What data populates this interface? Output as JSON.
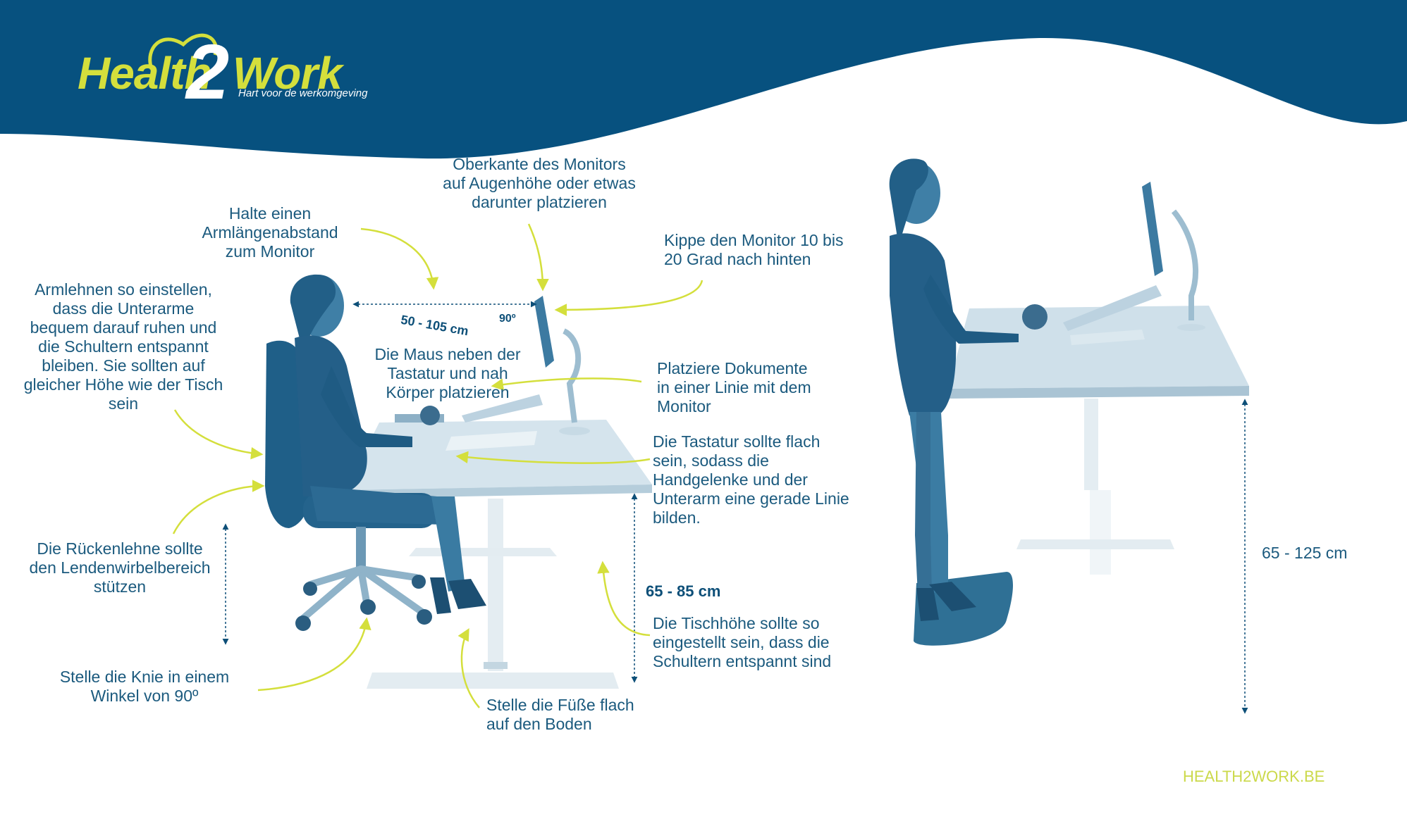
{
  "brand": {
    "name_part1": "Health",
    "name_two": "2",
    "name_part2": "Work",
    "tagline": "Hart voor de werkomgeving",
    "website": "HEALTH2WORK.BE"
  },
  "measures": {
    "arm_distance": "50 - 105 cm",
    "angle": "90º",
    "sit_desk_height": "65 - 85 cm",
    "stand_desk_height": "65 - 125 cm"
  },
  "labels": {
    "monitor_top": [
      "Oberkante des Monitors",
      "auf Augenhöhe oder etwas",
      "darunter platzieren"
    ],
    "arm_length": [
      "Halte einen",
      "Armlängenabstand",
      "zum Monitor"
    ],
    "tilt": [
      "Kippe den Monitor 10 bis",
      "20 Grad nach hinten"
    ],
    "armrests": [
      "Armlehnen so einstellen,",
      "dass die Unterarme",
      "bequem darauf ruhen und",
      "die Schultern entspannt",
      "bleiben. Sie sollten auf",
      "gleicher Höhe wie der Tisch",
      "sein"
    ],
    "mouse": [
      "Die Maus neben der",
      "Tastatur und nah",
      "Körper platzieren"
    ],
    "documents": [
      "Platziere Dokumente",
      "in einer Linie mit dem",
      "Monitor"
    ],
    "keyboard": [
      "Die Tastatur sollte flach",
      "sein, sodass die",
      "Handgelenke und der",
      "Unterarm eine gerade Linie",
      "bilden."
    ],
    "backrest": [
      "Die Rückenlehne sollte",
      "den Lendenwirbelbereich",
      "stützen"
    ],
    "desk_height": [
      "Die Tischhöhe sollte so",
      "eingestellt sein, dass die",
      "Schultern entspannt sind"
    ],
    "knees": [
      "Stelle die Knie in einem",
      "Winkel von 90º"
    ],
    "feet": [
      "Stelle die Füße flach",
      "auf den Boden"
    ]
  },
  "colors": {
    "navy": "#07517f",
    "accent": "#d4df3c",
    "text": "#1b5a7e",
    "figure": "#2f6f98",
    "desk": "#c9dde8"
  }
}
